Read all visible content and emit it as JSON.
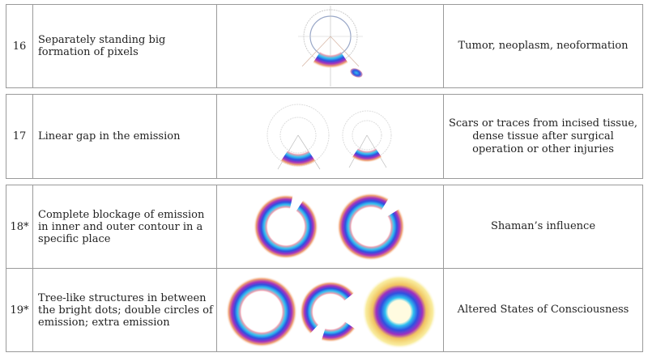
{
  "table": {
    "rows": [
      {
        "number": "16",
        "description": "Separately standing big formation of pixels",
        "images": [
          "emission-image-tumor"
        ],
        "meaning": "Tumor, neoplasm, neoformation"
      },
      {
        "number": "17",
        "description": "Linear gap in the emission",
        "images": [
          "emission-image-gap-1",
          "emission-image-gap-2"
        ],
        "meaning": "Scars or traces from incised tissue, dense tissue after surgical operation or other injuries"
      },
      {
        "number": "18*",
        "description": "Complete blockage of emission in inner and outer contour in a specific place",
        "images": [
          "emission-image-blockage-1",
          "emission-image-blockage-2"
        ],
        "meaning": "Shaman’s influence"
      },
      {
        "number": "19*",
        "description": "Tree-like structures in between the bright dots; double circles of emission; extra emission",
        "images": [
          "emission-image-tree-1",
          "emission-image-tree-2",
          "emission-image-tree-3"
        ],
        "meaning": "Altered States of Consciousness"
      }
    ]
  },
  "colors": {
    "border": "#9a9a9a",
    "emission_blue": "#2a8cf0",
    "emission_purple": "#5a2ad0",
    "emission_pink": "#f06a9a",
    "emission_yellow": "#f5e060"
  }
}
